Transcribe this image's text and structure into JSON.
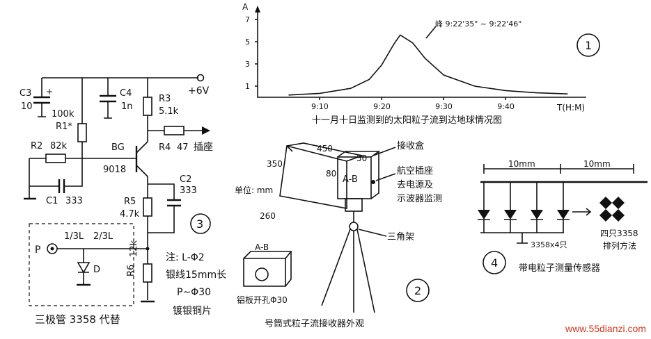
{
  "circuit": {
    "C3": "C3",
    "C3_val": "10",
    "C3_plus": "+",
    "C4": "C4",
    "C4_val": "1n",
    "R3": "R3",
    "R3_val": "5.1k",
    "vcc": "+6V",
    "R1_val": "100k",
    "R1": "R1*",
    "R2": "R2",
    "R2_val": "82k",
    "BG": "BG",
    "BG_type": "9018",
    "R4": "R4",
    "R4_val": "47",
    "socket": "插座",
    "C1": "C1",
    "C1_val": "333",
    "C2": "C2",
    "C2_val": "333",
    "R5": "R5",
    "R5_val": "4.7k",
    "R6": "R6",
    "R6_val": "12k",
    "L1": "1/3L",
    "L2": "2/3L",
    "P": "P",
    "D": "D",
    "note1": "注: L-Φ2",
    "note2": "银线15mm长",
    "note3": "P~Φ30",
    "note4": "镀银铜片",
    "caption": "三极管 3358 代替",
    "num": "3"
  },
  "chart_data": {
    "type": "line",
    "ylabel": "A",
    "xlabel": "T(H:M)",
    "y_ticks": [
      "1",
      "3",
      "5",
      "7"
    ],
    "x_ticks": [
      "9:10",
      "9:20",
      "9:30",
      "9:40"
    ],
    "x": [
      "9:05",
      "9:10",
      "9:15",
      "9:18",
      "9:20",
      "9:22",
      "9:23",
      "9:25",
      "9:27",
      "9:30",
      "9:35",
      "9:40",
      "9:45",
      "9:50"
    ],
    "values": [
      0.2,
      0.35,
      0.8,
      1.6,
      2.9,
      4.8,
      5.6,
      4.9,
      3.5,
      2.0,
      1.0,
      0.6,
      0.4,
      0.3
    ],
    "ylim": [
      0,
      8
    ],
    "peak_label": "峰 9:22'35\" ~ 9:22'46\"",
    "title": "十一月十日监测到的太阳粒子流到达地球情况图",
    "num": "1"
  },
  "horn": {
    "dim_450": "450",
    "dim_50": "50",
    "dim_350": "350",
    "dim_80": "80",
    "dim_260": "260",
    "unit": "单位: mm",
    "box_label": "A-B",
    "recv_box": "接收盒",
    "conn1": "航空插座",
    "conn2": "去电源及",
    "conn3": "示波器监测",
    "tripod": "三角架",
    "small_box": "A-B",
    "hole": "铝板开孔Φ30",
    "caption": "号筒式粒子流接收器外观",
    "num": "2"
  },
  "sensor": {
    "dim1": "10mm",
    "dim2": "10mm",
    "label": "3358x4只",
    "arr1": "四只3358",
    "arr2": "排列方法",
    "caption": "带电粒子测量传感器",
    "num": "4"
  },
  "watermark": "www.55dianzi.com"
}
